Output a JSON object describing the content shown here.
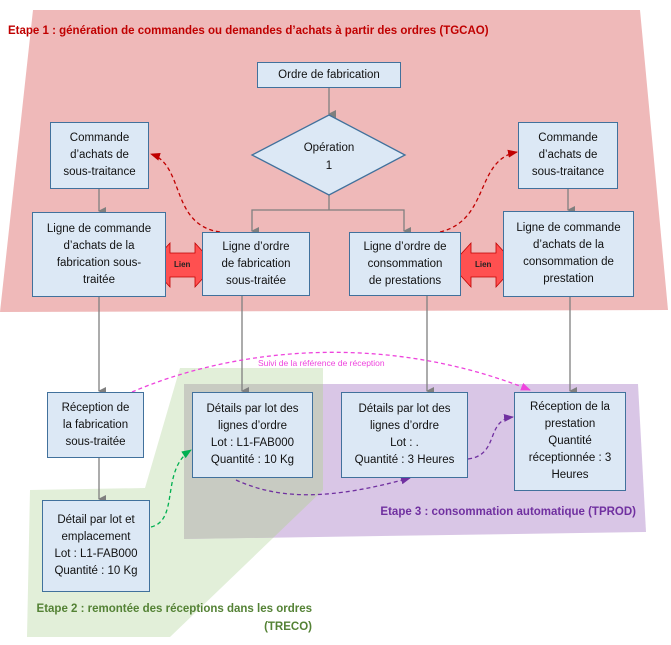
{
  "stages": {
    "stage1": "Etape 1 : génération de commandes ou demandes d’achats à partir des ordres (TGCAO)",
    "stage2_line1": "Etape 2 : remontée des réceptions dans les ordres",
    "stage2_line2": "(TRECO)",
    "stage3": "Etape 3 : consommation automatique (TPROD)"
  },
  "colors": {
    "stage1_fill": "#efb9b9",
    "stage2_fill": "#e2efd9",
    "stage3_fill": "#d9c6e6",
    "overlap_fill": "#c8cbc2",
    "box_fill": "#dce8f5",
    "box_border": "#41719c",
    "link_arrow": "#ff5050",
    "stage1_text": "#c00000",
    "stage2_text": "#548235",
    "stage3_text": "#7030a0",
    "reference_tracking": "#ee44dd"
  },
  "nodes": {
    "ordre_fabrication": [
      "Ordre de fabrication"
    ],
    "operation": [
      "Opération",
      "1"
    ],
    "commande_achats_left": [
      "Commande",
      "d’achats de",
      "sous-traitance"
    ],
    "commande_achats_right": [
      "Commande",
      "d’achats de",
      "sous-traitance"
    ],
    "ligne_commande_fab": [
      "Ligne de commande",
      "d’achats de la",
      "fabrication sous-",
      "traitée"
    ],
    "ligne_ordre_fab": [
      "Ligne d’ordre",
      "de fabrication",
      "sous-traitée"
    ],
    "ligne_ordre_conso": [
      "Ligne d’ordre de",
      "consommation",
      "de prestations"
    ],
    "ligne_commande_conso": [
      "Ligne de commande",
      "d’achats de la",
      "consommation de",
      "prestation"
    ],
    "reception_fab": [
      "Réception de",
      "la fabrication",
      "sous-traitée"
    ],
    "details_lot_fab": [
      "Détails par lot des",
      "lignes d’ordre",
      "Lot : L1-FAB000",
      "Quantité : 10 Kg"
    ],
    "details_lot_conso": [
      "Détails par lot des",
      "lignes d’ordre",
      "Lot : .",
      "Quantité : 3 Heures"
    ],
    "reception_prestation": [
      "Réception de la",
      "prestation",
      "Quantité",
      "réceptionnée : 3",
      "Heures"
    ],
    "detail_lot_emplacement": [
      "Détail par lot et",
      "emplacement",
      "Lot : L1-FAB000",
      "Quantité : 10 Kg"
    ]
  },
  "links": {
    "lien_left": "Lien",
    "lien_right": "Lien",
    "suivi_reference": "Suivi de la référence de réception"
  }
}
